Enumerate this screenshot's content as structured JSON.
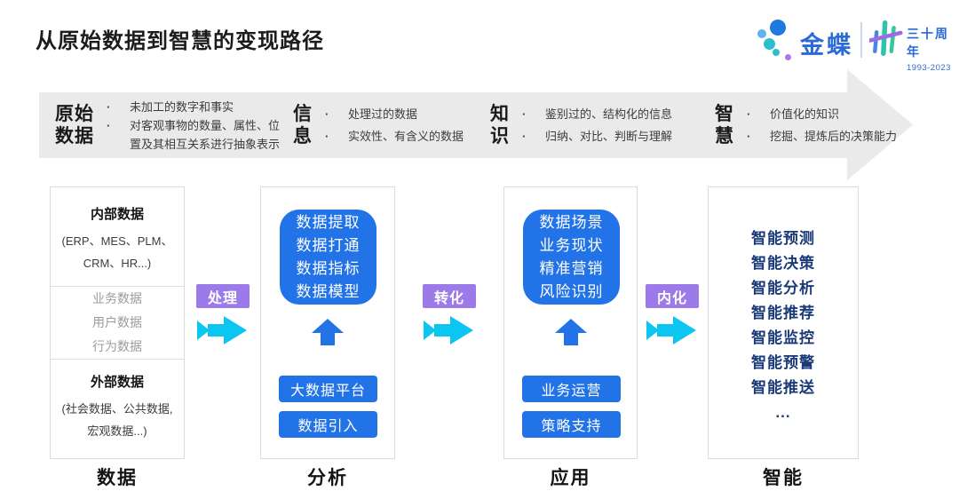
{
  "title": "从原始数据到智慧的变现路径",
  "logo": {
    "brand": "金蝶",
    "anniversary": "三十周年",
    "years": "1993-2023"
  },
  "banner": {
    "bullet_char": "·",
    "stages": [
      {
        "name_line1": "原始",
        "name_line2": "数据",
        "lines": [
          "未加工的数字和事实",
          "对客观事物的数量、属性、位",
          "置及其相互关系进行抽象表示"
        ]
      },
      {
        "name_line1": "信",
        "name_line2": "息",
        "lines": [
          "处理过的数据",
          "实效性、有含义的数据"
        ]
      },
      {
        "name_line1": "知",
        "name_line2": "识",
        "lines": [
          "鉴别过的、结构化的信息",
          "归纳、对比、判断与理解"
        ]
      },
      {
        "name_line1": "智",
        "name_line2": "慧",
        "lines": [
          "价值化的知识",
          "挖掘、提炼后的决策能力"
        ]
      }
    ]
  },
  "flow_arrows": [
    {
      "label": "处理"
    },
    {
      "label": "转化"
    },
    {
      "label": "内化"
    }
  ],
  "columns": [
    {
      "label": "数据",
      "sections": [
        {
          "heading": "内部数据",
          "lines": [
            "(ERP、MES、PLM、",
            "CRM、HR...)"
          ]
        },
        {
          "items": [
            "业务数据",
            "用户数据",
            "行为数据"
          ]
        },
        {
          "heading": "外部数据",
          "lines": [
            "(社会数据、公共数据,",
            "宏观数据...)"
          ]
        }
      ]
    },
    {
      "label": "分析",
      "main_box": [
        "数据提取",
        "数据打通",
        "数据指标",
        "数据模型"
      ],
      "buttons": [
        "大数据平台",
        "数据引入"
      ]
    },
    {
      "label": "应用",
      "main_box": [
        "数据场景",
        "业务现状",
        "精准营销",
        "风险识别"
      ],
      "buttons": [
        "业务运营",
        "策略支持"
      ]
    },
    {
      "label": "智能",
      "items": [
        "智能预测",
        "智能决策",
        "智能分析",
        "智能推荐",
        "智能监控",
        "智能预警",
        "智能推送",
        "..."
      ]
    }
  ],
  "colors": {
    "accent_blue": "#2273e8",
    "navy_text": "#1a3a78",
    "purple_badge": "#9d7ae9",
    "cyan_arrow": "#0ac6f0",
    "band_gray": "#eaeaea",
    "brand_blue": "#2a6bd5"
  }
}
